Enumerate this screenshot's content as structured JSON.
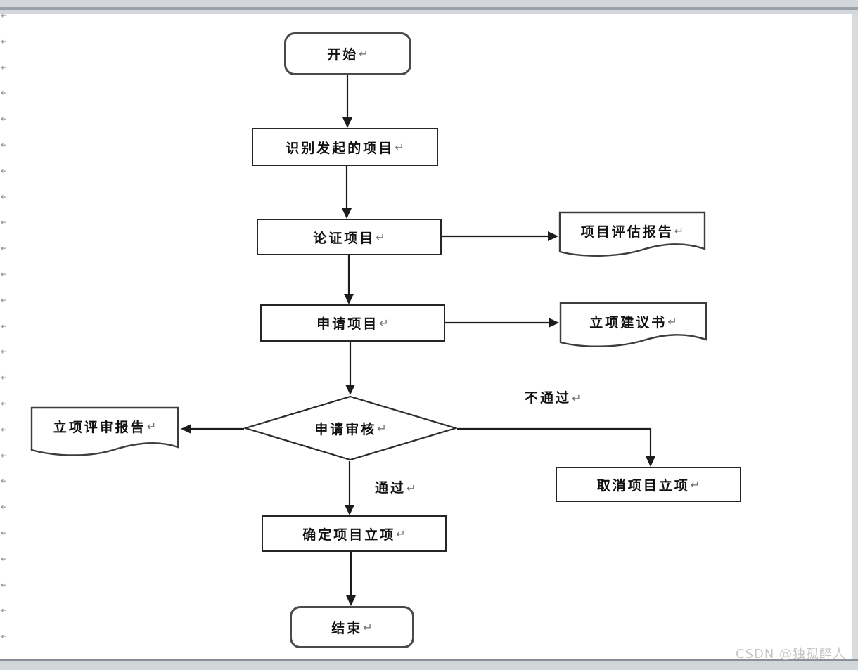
{
  "page": {
    "watermark": "CSDN @独孤醉人"
  },
  "editor": {
    "paragraph_mark": "↵",
    "margin_mark_count": 25
  },
  "flowchart": {
    "nodes": [
      {
        "id": "start",
        "type": "terminator",
        "label": "开始"
      },
      {
        "id": "identify",
        "type": "process",
        "label": "识别发起的项目"
      },
      {
        "id": "demonstrate",
        "type": "process",
        "label": "论证项目"
      },
      {
        "id": "eval-report",
        "type": "document",
        "label": "项目评估报告"
      },
      {
        "id": "apply",
        "type": "process",
        "label": "申请项目"
      },
      {
        "id": "proposal",
        "type": "document",
        "label": "立项建议书"
      },
      {
        "id": "review",
        "type": "decision",
        "label": "申请审核"
      },
      {
        "id": "review-report",
        "type": "document",
        "label": "立项评审报告"
      },
      {
        "id": "cancel",
        "type": "process",
        "label": "取消项目立项"
      },
      {
        "id": "confirm",
        "type": "process",
        "label": "确定项目立项"
      },
      {
        "id": "end",
        "type": "terminator",
        "label": "结束"
      }
    ],
    "edge_labels": {
      "pass": "通过",
      "fail": "不通过"
    },
    "colors": {
      "line": "#1c1c1c",
      "shape_border": "#2f2f2f",
      "shape_fill": "#ffffff"
    }
  }
}
